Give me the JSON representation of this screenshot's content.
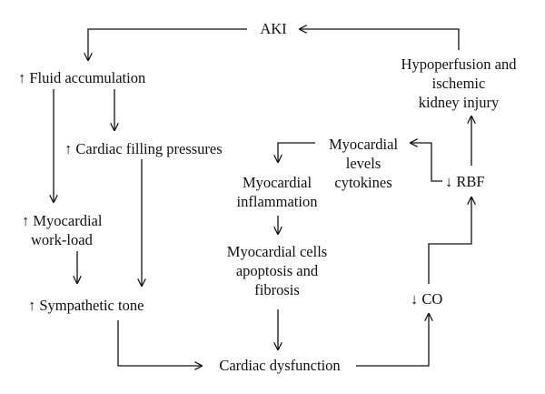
{
  "nodes": {
    "aki": "AKI",
    "fluid_accumulation": "↑ Fluid accumulation",
    "cardiac_filling_pressures": "↑ Cardiac filling pressures",
    "myocardial_workload": [
      "↑ Myocardial",
      "work-load"
    ],
    "sympathetic_tone": "↑ Sympathetic tone",
    "cardiac_dysfunction": "Cardiac dysfunction",
    "myocardial_inflammation": [
      "Myocardial",
      "inflammation"
    ],
    "myocardial_cells": [
      "Myocardial cells",
      "apoptosis and",
      "fibrosis"
    ],
    "myocardial_levels_cytokines": [
      "Myocardial",
      "levels",
      "cytokines"
    ],
    "hypoperfusion": [
      "Hypoperfusion and",
      "ischemic",
      "kidney injury"
    ],
    "rbf": "↓ RBF",
    "co": "↓ CO"
  }
}
